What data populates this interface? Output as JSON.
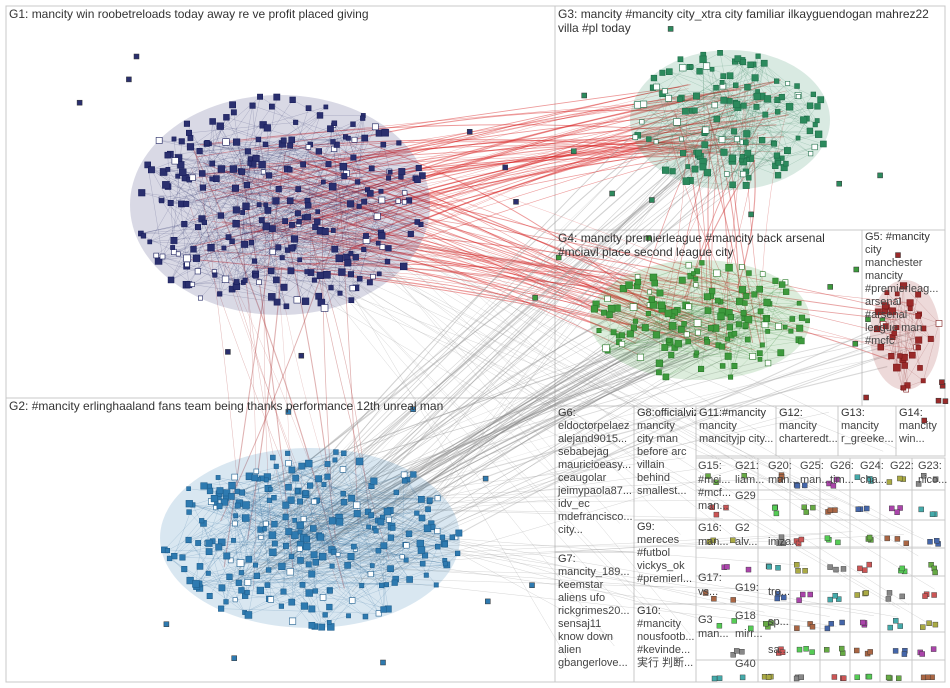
{
  "groups": [
    {
      "id": "g1",
      "label": "G1:",
      "keywords": "mancity win roobetreloads today away re ve profit placed giving"
    },
    {
      "id": "g2",
      "label": "G2:",
      "keywords": "#mancity erlinghaaland fans team being thanks performance 12th unreal man"
    },
    {
      "id": "g3",
      "label": "G3:",
      "keywords": "mancity #mancity city_xtra city familiar ilkayguendogan mahrez22 villa #pl today"
    },
    {
      "id": "g4",
      "label": "G4:",
      "keywords": "mancity premierleague #mancity back arsenal #mciavl place second league city"
    },
    {
      "id": "g5",
      "label": "G5:",
      "keywords": [
        "#mancity",
        "city",
        "manchester",
        "mancity",
        "#premierleag...",
        "arsenal",
        "#arsenal",
        "league man",
        "#mcfc"
      ]
    },
    {
      "id": "g6",
      "label": "G6:",
      "keywords": [
        "eldoctorpelaez",
        "alejand9015...",
        "sebabejag",
        "mauricioeasy...",
        "ceaugolar",
        "jeimypaola87...",
        "idv_ec",
        "mdefrancisco...",
        "city..."
      ]
    },
    {
      "id": "g7",
      "label": "G7:",
      "keywords": [
        "mancity_189...",
        "keemstar",
        "aliens ufo",
        "rickgrimes20...",
        "sensaj11",
        "know down",
        "alien",
        "gbangerlove..."
      ]
    },
    {
      "id": "g8",
      "label": "G8:",
      "keywords": [
        "officialviz...",
        "mancity",
        "city man",
        "before arc",
        "villain",
        "behind",
        "smallest..."
      ]
    },
    {
      "id": "g9",
      "label": "G9:",
      "keywords": [
        "mereces",
        "#futbol",
        "vickys_ok",
        "#premierl..."
      ]
    },
    {
      "id": "g10",
      "label": "G10:",
      "keywords": [
        "#mancity",
        "nousfootb...",
        "#kevinde...",
        "実行 判断..."
      ]
    },
    {
      "id": "g11",
      "label": "G11:",
      "keywords": [
        "#mancity",
        "mancity",
        "mancityjp city..."
      ]
    },
    {
      "id": "g12",
      "label": "G12:",
      "keywords": [
        "mancity",
        "charteredt..."
      ]
    },
    {
      "id": "g13",
      "label": "G13:",
      "keywords": [
        "mancity",
        "r_greeke..."
      ]
    },
    {
      "id": "g14",
      "label": "G14:",
      "keywords": [
        "mancity",
        "win..."
      ]
    }
  ],
  "small_groups": [
    "G15:",
    "G21:",
    "G20:",
    "G25:",
    "G26:",
    "G24:",
    "G22:",
    "G23:",
    "G29",
    "G16:",
    "G2",
    "G17:",
    "G19:",
    "G3",
    "G18",
    "G40"
  ],
  "small_group_texts": [
    "#mci...",
    "#mcf...",
    "man...",
    "liam...",
    "man...",
    "man...",
    "tim...",
    "cha...",
    "nico...",
    "man...",
    "alv...",
    "imza...",
    "vs...",
    "man...",
    "mirr...",
    "tro...",
    "sp...",
    "sa..."
  ]
}
